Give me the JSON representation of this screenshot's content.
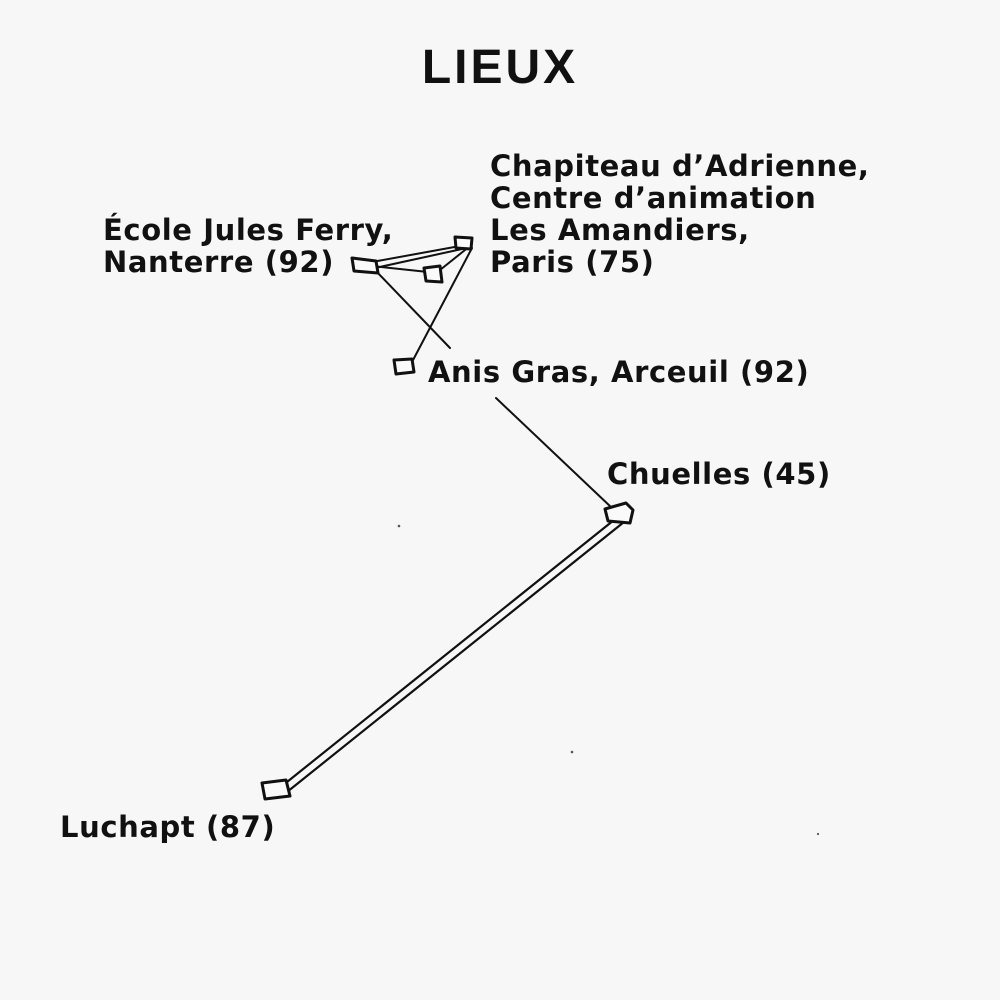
{
  "title": "LIEUX",
  "places": {
    "ecole": {
      "line1": "École Jules Ferry,",
      "line2": "Nanterre (92)"
    },
    "chapiteau": {
      "line1": "Chapiteau d’Adrienne,",
      "line2": "Centre d’animation",
      "line3": "Les Amandiers,",
      "line4": "Paris (75)"
    },
    "anis": {
      "line1": "Anis Gras, Arceuil (92)"
    },
    "chuelles": {
      "line1": "Chuelles (45)"
    },
    "luchapt": {
      "line1": "Luchapt (87)"
    }
  },
  "colors": {
    "background": "#f7f7f7",
    "ink": "#111111"
  }
}
